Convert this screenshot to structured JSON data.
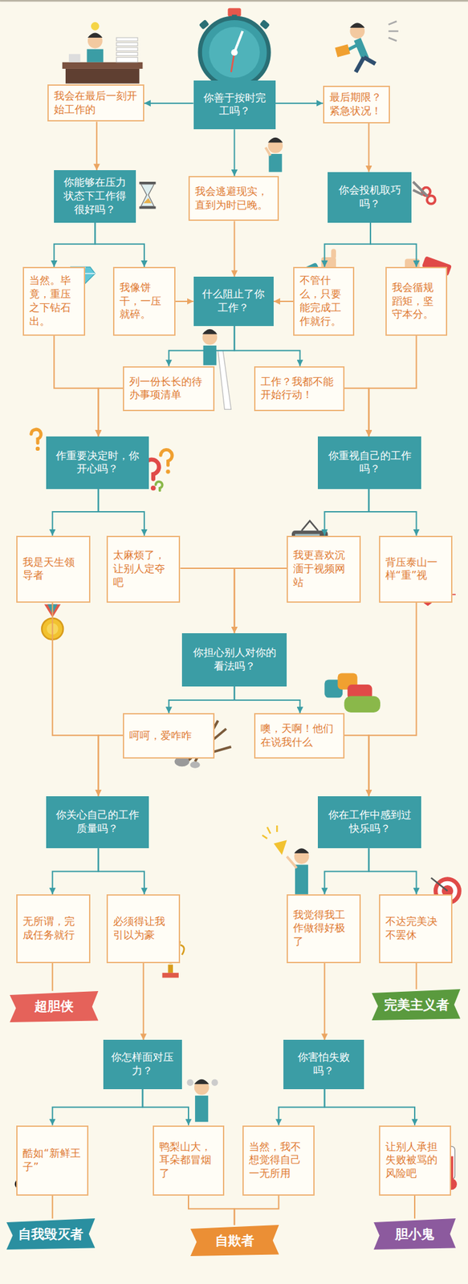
{
  "diagram": {
    "nodes": [
      {
        "text": [
          "你善于按时完工吗？"
        ]
      },
      {
        "text": [
          "我会在最后一刻开始工作的"
        ]
      },
      {
        "text": [
          "最后期限？紧急状况！"
        ]
      },
      {
        "text": [
          "你能够在压力状态下工作得很好吗？"
        ]
      },
      {
        "text": [
          "我会逃避现实，直到为时已晚。"
        ]
      },
      {
        "text": [
          "你会投机取巧吗？"
        ]
      },
      {
        "text": [
          "当然。毕竟，重压之下钻石出。"
        ]
      },
      {
        "text": [
          "我像饼干，一压就碎。"
        ]
      },
      {
        "text": [
          "什么阻止了你工作？"
        ]
      },
      {
        "text": [
          "不管什么，只要能完成工作就行。"
        ]
      },
      {
        "text": [
          "我会循规蹈矩，坚守本分。"
        ]
      },
      {
        "text": [
          "列一份长长的待办事项清单"
        ]
      },
      {
        "text": [
          "工作？我都不能开始行动！"
        ]
      },
      {
        "text": [
          "作重要决定时，你开心吗？"
        ]
      },
      {
        "text": [
          "你重视自己的工作吗？"
        ]
      },
      {
        "text": [
          "我是天生领导者"
        ]
      },
      {
        "text": [
          "太麻烦了，让别人定夺吧"
        ]
      },
      {
        "text": [
          "我更喜欢沉湎于视频网站"
        ]
      },
      {
        "text": [
          "背压泰山一样“重”视"
        ]
      },
      {
        "text": [
          "你担心别人对你的看法吗？"
        ]
      },
      {
        "text": [
          "呵呵，爱咋咋"
        ]
      },
      {
        "text": [
          "噢，天啊！他们在说我什么"
        ]
      },
      {
        "text": [
          "你关心自己的工作质量吗？"
        ]
      },
      {
        "text": [
          "你在工作中感到过快乐吗？"
        ]
      },
      {
        "text": [
          "无所谓，完成任务就行"
        ]
      },
      {
        "text": [
          "必须得让我引以为豪"
        ]
      },
      {
        "text": [
          "我觉得我工作做得好极了"
        ]
      },
      {
        "text": [
          "不达完美决不罢休"
        ]
      },
      {
        "text": [
          "超胆侠"
        ]
      },
      {
        "text": [
          "完美主义者"
        ]
      },
      {
        "text": [
          "你怎样面对压力？"
        ]
      },
      {
        "text": [
          "你害怕失败吗？"
        ]
      },
      {
        "text": [
          "酷如“新鲜王子”"
        ]
      },
      {
        "text": [
          "鸭梨山大，耳朵都冒烟了"
        ]
      },
      {
        "text": [
          "当然，我不想觉得自己一无所用"
        ]
      },
      {
        "text": [
          "让别人承担失败被骂的风险吧"
        ]
      },
      {
        "text": [
          "自我毁灭者"
        ]
      },
      {
        "text": [
          "自欺者"
        ]
      },
      {
        "text": [
          "胆小鬼"
        ]
      }
    ],
    "edges": [
      {
        "from": 0,
        "to": 1,
        "arrow": "to"
      },
      {
        "from": 0,
        "to": 2,
        "arrow": "to"
      },
      {
        "from": 0,
        "to": 4,
        "arrow": "to"
      },
      {
        "from": 1,
        "to": 3,
        "arrow": "to"
      },
      {
        "from": 2,
        "to": 5,
        "arrow": "to"
      },
      {
        "from": 3,
        "to": 6,
        "arrow": "to"
      },
      {
        "from": 3,
        "to": 7,
        "arrow": "to"
      },
      {
        "from": 5,
        "to": 9,
        "arrow": "to"
      },
      {
        "from": 5,
        "to": 10,
        "arrow": "to"
      },
      {
        "from": 4,
        "to": 8,
        "arrow": "to"
      },
      {
        "from": 7,
        "to": 8,
        "arrow": "to"
      },
      {
        "from": 9,
        "to": 8,
        "arrow": "to"
      },
      {
        "from": 8,
        "to": 11,
        "arrow": "to"
      },
      {
        "from": 8,
        "to": 12,
        "arrow": "to"
      },
      {
        "from": 6,
        "to": 13,
        "arrow": "to"
      },
      {
        "from": 11,
        "to": 13,
        "arrow": "to"
      },
      {
        "from": 12,
        "to": 14,
        "arrow": "to"
      },
      {
        "from": 10,
        "to": 14,
        "arrow": "to"
      },
      {
        "from": 13,
        "to": 15,
        "arrow": "to"
      },
      {
        "from": 13,
        "to": 16,
        "arrow": "to"
      },
      {
        "from": 14,
        "to": 17,
        "arrow": "to"
      },
      {
        "from": 14,
        "to": 18,
        "arrow": "to"
      },
      {
        "from": 16,
        "to": 19,
        "arrow": "to"
      },
      {
        "from": 17,
        "to": 19,
        "arrow": "to"
      },
      {
        "from": 19,
        "to": 20,
        "arrow": "to"
      },
      {
        "from": 19,
        "to": 21,
        "arrow": "to"
      },
      {
        "from": 15,
        "to": 22,
        "arrow": "to"
      },
      {
        "from": 20,
        "to": 22,
        "arrow": "to"
      },
      {
        "from": 21,
        "to": 23,
        "arrow": "to"
      },
      {
        "from": 18,
        "to": 23,
        "arrow": "to"
      },
      {
        "from": 22,
        "to": 24,
        "arrow": "to"
      },
      {
        "from": 22,
        "to": 25,
        "arrow": "to"
      },
      {
        "from": 23,
        "to": 26,
        "arrow": "to"
      },
      {
        "from": 23,
        "to": 27,
        "arrow": "to"
      },
      {
        "from": 24,
        "to": 28,
        "arrow": "none"
      },
      {
        "from": 27,
        "to": 29,
        "arrow": "none"
      },
      {
        "from": 25,
        "to": 30,
        "arrow": "to"
      },
      {
        "from": 26,
        "to": 31,
        "arrow": "to"
      },
      {
        "from": 30,
        "to": 32,
        "arrow": "to"
      },
      {
        "from": 30,
        "to": 33,
        "arrow": "to"
      },
      {
        "from": 31,
        "to": 34,
        "arrow": "to"
      },
      {
        "from": 31,
        "to": 35,
        "arrow": "to"
      },
      {
        "from": 32,
        "to": 36,
        "arrow": "none"
      },
      {
        "from": 33,
        "to": 37,
        "arrow": "none"
      },
      {
        "from": 34,
        "to": 37,
        "arrow": "none"
      },
      {
        "from": 35,
        "to": 38,
        "arrow": "none"
      }
    ]
  }
}
